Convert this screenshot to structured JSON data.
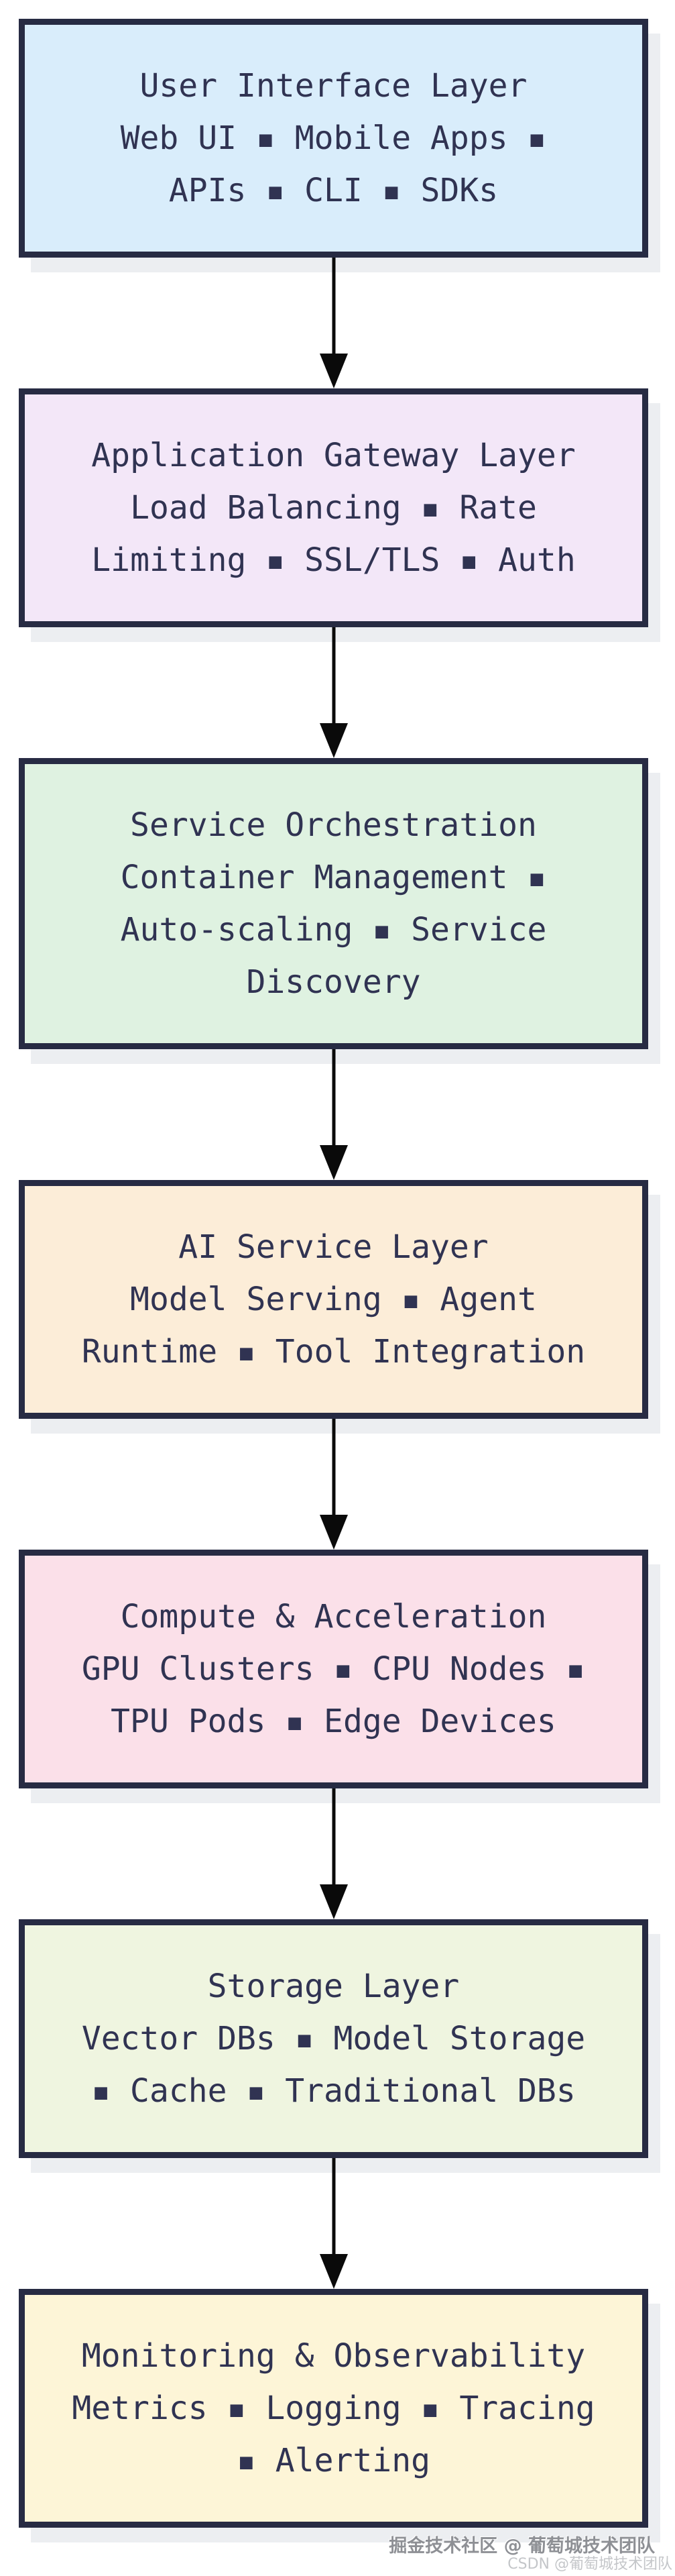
{
  "diagram": {
    "type": "flowchart",
    "direction": "top-down",
    "colors": {
      "canvas_background": "#ffffff",
      "node_border": "#272b43",
      "node_text": "#303352",
      "arrow": "#0a0a0a",
      "node_shadow": "#eceef1"
    },
    "nodes": [
      {
        "id": "user-interface-layer",
        "title": "User Interface Layer",
        "lines": [
          "User Interface Layer",
          "Web UI ▪ Mobile Apps ▪",
          "APIs ▪ CLI ▪ SDKs"
        ],
        "bg": "#d9edfb"
      },
      {
        "id": "application-gateway-layer",
        "title": "Application Gateway Layer",
        "lines": [
          "Application Gateway Layer",
          "Load Balancing ▪ Rate",
          "Limiting ▪ SSL/TLS ▪ Auth"
        ],
        "bg": "#f3e7f8"
      },
      {
        "id": "service-orchestration",
        "title": "Service Orchestration",
        "lines": [
          "Service Orchestration",
          "Container Management ▪",
          "Auto-scaling ▪ Service",
          "Discovery"
        ],
        "bg": "#dff2e1"
      },
      {
        "id": "ai-service-layer",
        "title": "AI Service Layer",
        "lines": [
          "AI Service Layer",
          "Model Serving ▪ Agent",
          "Runtime ▪ Tool Integration"
        ],
        "bg": "#fcedd8"
      },
      {
        "id": "compute-acceleration",
        "title": "Compute & Acceleration",
        "lines": [
          "Compute & Acceleration",
          "GPU Clusters ▪ CPU Nodes ▪",
          "TPU Pods ▪ Edge Devices"
        ],
        "bg": "#fbe0e9"
      },
      {
        "id": "storage-layer",
        "title": "Storage Layer",
        "lines": [
          "Storage Layer",
          "Vector DBs ▪ Model Storage",
          "▪ Cache ▪ Traditional DBs"
        ],
        "bg": "#eff5e0"
      },
      {
        "id": "monitoring-observability",
        "title": "Monitoring & Observability",
        "lines": [
          "Monitoring & Observability",
          "Metrics ▪ Logging ▪ Tracing",
          "▪ Alerting"
        ],
        "bg": "#fdf5d7"
      }
    ],
    "edges": [
      {
        "from": "user-interface-layer",
        "to": "application-gateway-layer"
      },
      {
        "from": "application-gateway-layer",
        "to": "service-orchestration"
      },
      {
        "from": "service-orchestration",
        "to": "ai-service-layer"
      },
      {
        "from": "ai-service-layer",
        "to": "compute-acceleration"
      },
      {
        "from": "compute-acceleration",
        "to": "storage-layer"
      },
      {
        "from": "storage-layer",
        "to": "monitoring-observability"
      }
    ]
  },
  "watermark": {
    "line1": "掘金技术社区 @ 葡萄城技术团队",
    "line2": "CSDN @葡萄城技术团队"
  }
}
